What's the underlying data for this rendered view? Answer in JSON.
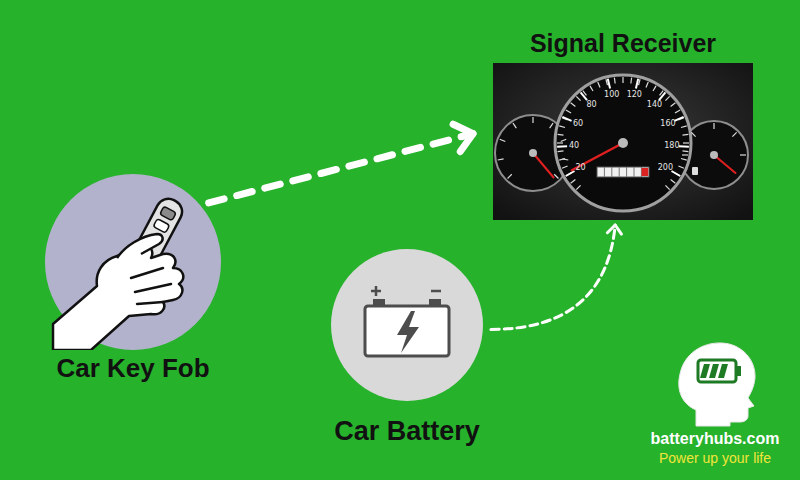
{
  "diagram": {
    "nodes": [
      {
        "text": [
          "Car Key Fob"
        ]
      },
      {
        "text": [
          "Signal Receiver"
        ]
      },
      {
        "text": [
          "Car Battery"
        ]
      }
    ],
    "edges": [
      {
        "from": 0,
        "to": 1,
        "arrow": "to"
      },
      {
        "from": 2,
        "to": 1,
        "arrow": "to"
      }
    ],
    "labels": [
      "20",
      "40",
      "60",
      "80",
      "100",
      "120",
      "140",
      "160",
      "180",
      "200",
      "batteryhubs.com",
      "Power up your life"
    ]
  }
}
